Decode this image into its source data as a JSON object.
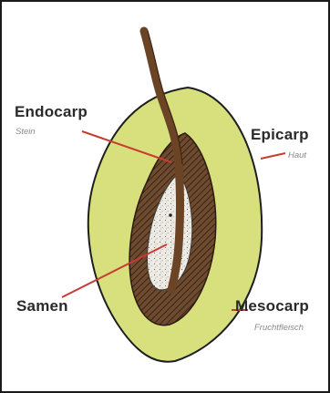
{
  "labels": {
    "endocarp": {
      "name": "Endocarp",
      "sub": "Stein"
    },
    "epicarp": {
      "name": "Epicarp",
      "sub": "Haut"
    },
    "samen": {
      "name": "Samen"
    },
    "mesocarp": {
      "name": "Mesocarp",
      "sub": "Fruchtfleisch"
    }
  },
  "colors": {
    "mesocarp": "#d8e07e",
    "endocarp": "#6e4a2f",
    "seed": "#eeeae4",
    "stem": "#6b4426",
    "leader": "#c73b32",
    "outline": "#1e1e1e"
  }
}
